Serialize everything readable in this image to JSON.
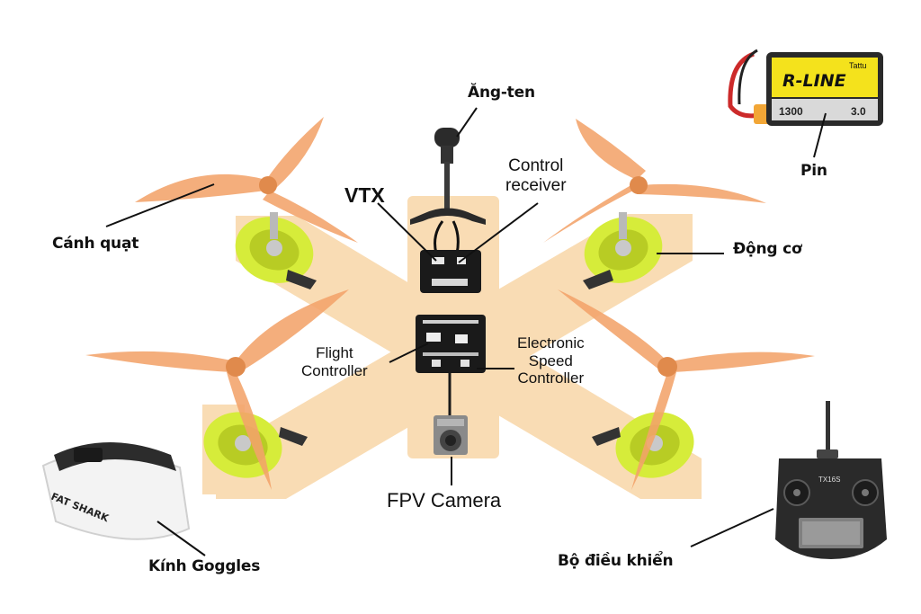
{
  "labels": {
    "antenna": "Ăng-ten",
    "control_receiver_line1": "Control",
    "control_receiver_line2": "receiver",
    "vtx": "VTX",
    "propeller": "Cánh quạt",
    "motor": "Động cơ",
    "battery": "Pin",
    "flight_controller_line1": "Flight",
    "flight_controller_line2": "Controller",
    "esc_line1": "Electronic",
    "esc_line2": "Speed",
    "esc_line3": "Controller",
    "fpv_camera": "FPV Camera",
    "goggles": "Kính Goggles",
    "remote_controller": "Bộ điều khiển"
  },
  "product_text": {
    "battery_brand": "R-LINE",
    "battery_series": "Tattu",
    "battery_capacity": "1300",
    "battery_version": "3.0",
    "goggles_brand": "FAT SHARK",
    "radio_brand": "TX16S"
  },
  "colors": {
    "frame": "#f9dcb4",
    "propeller": "#f2a36a",
    "motor": "#d6ec3a",
    "electronics": "#1a1a1a",
    "battery_yellow": "#f4e21c"
  }
}
